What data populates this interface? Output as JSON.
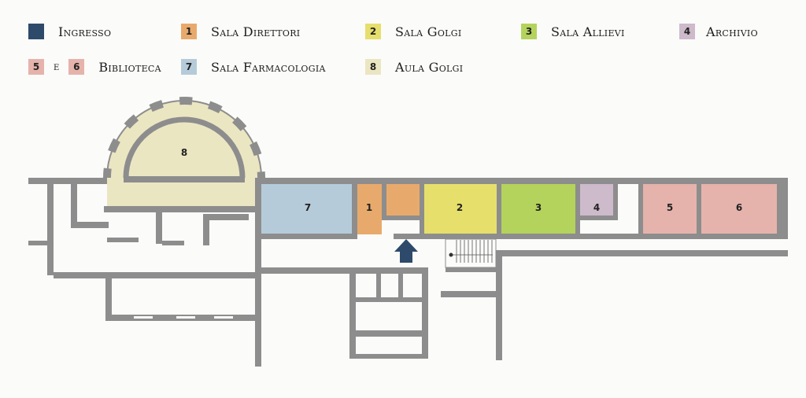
{
  "legend": {
    "entrance": {
      "label": "Ingresso",
      "color": "#2e4a6b"
    },
    "r1": {
      "num": "1",
      "label": "Sala Direttori",
      "color": "#e8aa6c"
    },
    "r2": {
      "num": "2",
      "label": "Sala Golgi",
      "color": "#e6df6c"
    },
    "r3": {
      "num": "3",
      "label": "Sala Allievi",
      "color": "#b4d35c"
    },
    "r4": {
      "num": "4",
      "label": "Archivio",
      "color": "#cdbacb"
    },
    "library": {
      "num_a": "5",
      "and": "e",
      "num_b": "6",
      "label": "Biblioteca",
      "color": "#e5b3ab"
    },
    "r7": {
      "num": "7",
      "label": "Sala Farmacologia",
      "color": "#b5cbd9"
    },
    "r8": {
      "num": "8",
      "label": "Aula Golgi",
      "color": "#ebe6c2"
    }
  },
  "rooms": [
    {
      "num": "1",
      "color": "#e8aa6c"
    },
    {
      "num": "2",
      "color": "#e6df6c"
    },
    {
      "num": "3",
      "color": "#b4d35c"
    },
    {
      "num": "4",
      "color": "#cdbacb"
    },
    {
      "num": "5",
      "color": "#e5b3ab"
    },
    {
      "num": "6",
      "color": "#e5b3ab"
    },
    {
      "num": "7",
      "color": "#b5cbd9"
    },
    {
      "num": "8",
      "color": "#ebe6c2"
    }
  ],
  "colors": {
    "wall": "#8d8d8d",
    "entrance_arrow": "#2e4a6b"
  }
}
